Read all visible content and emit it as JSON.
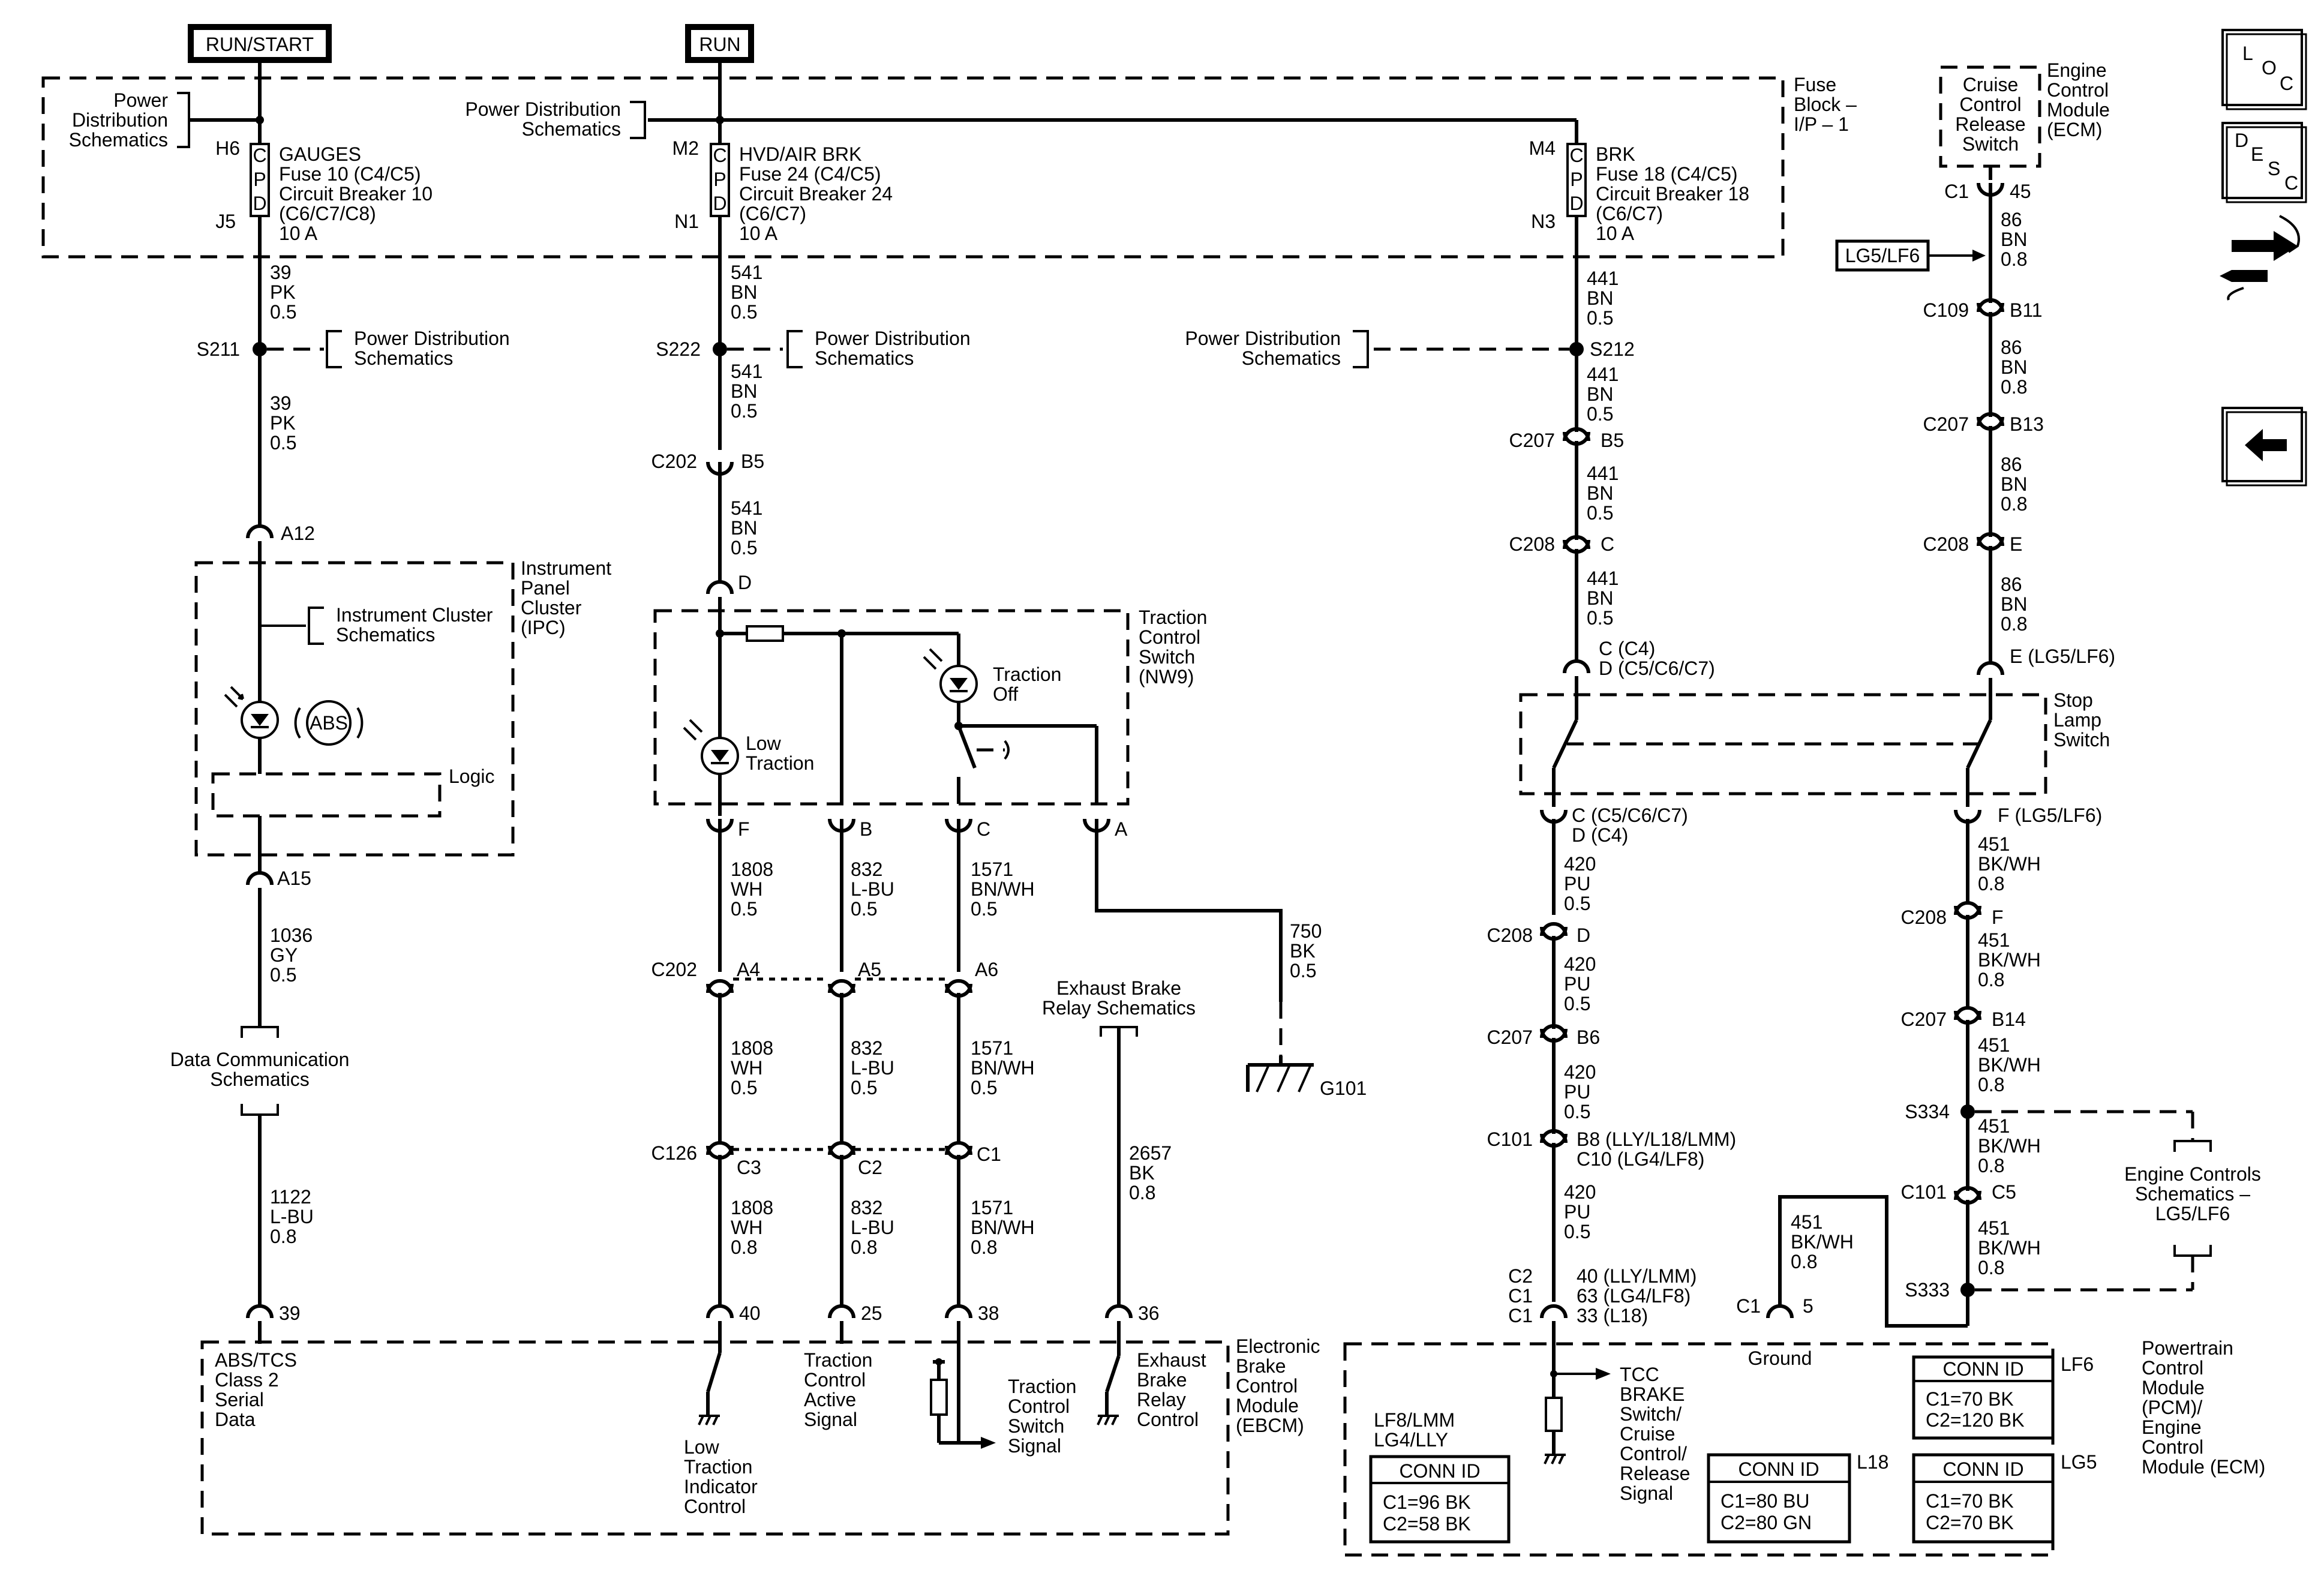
{
  "power_labels": {
    "run_start": "RUN/START",
    "run": "RUN"
  },
  "fuse_block": {
    "title": [
      "Fuse",
      "Block –",
      "I/P – 1"
    ],
    "gauges": {
      "top_pin": "H6",
      "bottom_pin": "J5",
      "lines": [
        "GAUGES",
        "Fuse 10 (C4/C5)",
        "Circuit Breaker 10",
        "(C6/C7/C8)",
        "10 A"
      ]
    },
    "hvd": {
      "top_pin": "M2",
      "bottom_pin": "N1",
      "lines": [
        "HVD/AIR BRK",
        "Fuse 24 (C4/C5)",
        "Circuit Breaker 24",
        "(C6/C7)",
        "10 A"
      ]
    },
    "brk": {
      "top_pin": "M4",
      "bottom_pin": "N3",
      "lines": [
        "BRK",
        "Fuse 18 (C4/C5)",
        "Circuit Breaker 18",
        "(C6/C7)",
        "10 A"
      ]
    },
    "cpd": [
      "C",
      "P",
      "D"
    ]
  },
  "refs": {
    "power_dist": [
      "Power Distribution",
      "Schematics"
    ],
    "power_dist_3": [
      "Power",
      "Distribution",
      "Schematics"
    ],
    "ipc_cluster": [
      "Instrument Cluster",
      "Schematics"
    ],
    "data_comm": [
      "Data Communication",
      "Schematics"
    ],
    "exhaust_brake_relay": [
      "Exhaust Brake",
      "Relay Schematics"
    ],
    "engine_controls": [
      "Engine Controls",
      "Schematics –",
      "LG5/LF6"
    ]
  },
  "splices": {
    "s211": "S211",
    "s222": "S222",
    "s212": "S212",
    "s334": "S334",
    "s333": "S333"
  },
  "wires": {
    "pk39": [
      "39",
      "PK",
      "0.5"
    ],
    "bn541": [
      "541",
      "BN",
      "0.5"
    ],
    "bn441": [
      "441",
      "BN",
      "0.5"
    ],
    "bn86": [
      "86",
      "BN",
      "0.8"
    ],
    "gy1036": [
      "1036",
      "GY",
      "0.5"
    ],
    "lbu1122": [
      "1122",
      "L-BU",
      "0.8"
    ],
    "wh1808_05": [
      "1808",
      "WH",
      "0.5"
    ],
    "wh1808_08": [
      "1808",
      "WH",
      "0.8"
    ],
    "lbu832_05": [
      "832",
      "L-BU",
      "0.5"
    ],
    "lbu832_08": [
      "832",
      "L-BU",
      "0.8"
    ],
    "bnwh1571_05": [
      "1571",
      "BN/WH",
      "0.5"
    ],
    "bnwh1571_08": [
      "1571",
      "BN/WH",
      "0.8"
    ],
    "bk750": [
      "750",
      "BK",
      "0.5"
    ],
    "bk2657": [
      "2657",
      "BK",
      "0.8"
    ],
    "pu420": [
      "420",
      "PU",
      "0.5"
    ],
    "bkwh451": [
      "451",
      "BK/WH",
      "0.8"
    ]
  },
  "connectors": {
    "a12": "A12",
    "a15": "A15",
    "c202": "C202",
    "b5": "B5",
    "d": "D",
    "f": "F",
    "b": "B",
    "c": "C",
    "a": "A",
    "a4": "A4",
    "a5": "A5",
    "a6": "A6",
    "c126": "C126",
    "c3": "C3",
    "c2": "C2",
    "c1": "C1",
    "p39": "39",
    "p40": "40",
    "p25": "25",
    "p38": "38",
    "p36": "36",
    "c207": "C207",
    "c208": "C208",
    "e": "E",
    "c109": "C109",
    "b11": "B11",
    "b13": "B13",
    "c_c4": "C (C4)",
    "d_c5c6c7": "D (C5/C6/C7)",
    "e_lg5lf6": "E (LG5/LF6)",
    "c_c5c6c7": "C (C5/C6/C7)",
    "d_c4": "D (C4)",
    "f_lg5lf6": "F (LG5/LF6)",
    "b6": "B6",
    "b14": "B14",
    "c101": "C101",
    "c5": "C5",
    "b8": "B8  (LLY/L18/LMM)",
    "c10": "C10  (LG4/LF8)",
    "p40_lly": "40 (LLY/LMM)",
    "p63": "63 (LG4/LF8)",
    "p33": "33 (L18)",
    "c1_45": "C1",
    "p45": "45",
    "c1_pcm": "C1",
    "p5": "5",
    "ground": "Ground"
  },
  "components": {
    "ipc": [
      "Instrument",
      "Panel",
      "Cluster",
      "(IPC)"
    ],
    "abs": "ABS",
    "logic": "Logic",
    "tcs": [
      "Traction",
      "Control",
      "Switch",
      "(NW9)"
    ],
    "low_traction": [
      "Low",
      "Traction"
    ],
    "traction_off": [
      "Traction",
      "Off"
    ],
    "ground_g101": "G101",
    "ebcm": [
      "Electronic",
      "Brake",
      "Control",
      "Module",
      "(EBCM)"
    ],
    "ebcm_abs": [
      "ABS/TCS",
      "Class 2",
      "Serial",
      "Data"
    ],
    "ebcm_lti": [
      "Low",
      "Traction",
      "Indicator",
      "Control"
    ],
    "ebcm_tca": [
      "Traction",
      "Control",
      "Active",
      "Signal"
    ],
    "ebcm_tcs": [
      "Traction",
      "Control",
      "Switch",
      "Signal"
    ],
    "ebcm_ebr": [
      "Exhaust",
      "Brake",
      "Relay",
      "Control"
    ],
    "stop_lamp": [
      "Stop",
      "Lamp",
      "Switch"
    ],
    "cruise": [
      "Cruise",
      "Control",
      "Release",
      "Switch"
    ],
    "ecm": [
      "Engine",
      "Control",
      "Module",
      "(ECM)"
    ],
    "lg5lf6": "LG5/LF6",
    "pcm": [
      "Powertrain",
      "Control",
      "Module",
      "(PCM)/",
      "Engine",
      "Control",
      "Module (ECM)"
    ],
    "tcc": [
      "TCC",
      "BRAKE",
      "Switch/",
      "Cruise",
      "Control/",
      "Release",
      "Signal"
    ]
  },
  "conn_ids": {
    "variants_label": [
      "LF8/LMM",
      "LG4/LLY"
    ],
    "header": "CONN ID",
    "lf8": {
      "c1": "C1=96 BK",
      "c2": "C2=58 BK"
    },
    "l18": {
      "tag": "L18",
      "c1": "C1=80 BU",
      "c2": "C2=80 GN"
    },
    "lg5": {
      "tag": "LG5",
      "c1": "C1=70 BK",
      "c2": "C2=70 BK"
    },
    "lf6": {
      "tag": "LF6",
      "c1": "C1=70 BK",
      "c2": "C2=120 BK"
    }
  },
  "nav": {
    "loc": [
      "L",
      "O",
      "C"
    ],
    "desc": [
      "D",
      "E",
      "S",
      "C"
    ],
    "connector_icon": "connector-icon",
    "back_icon": "back-arrow-icon"
  }
}
